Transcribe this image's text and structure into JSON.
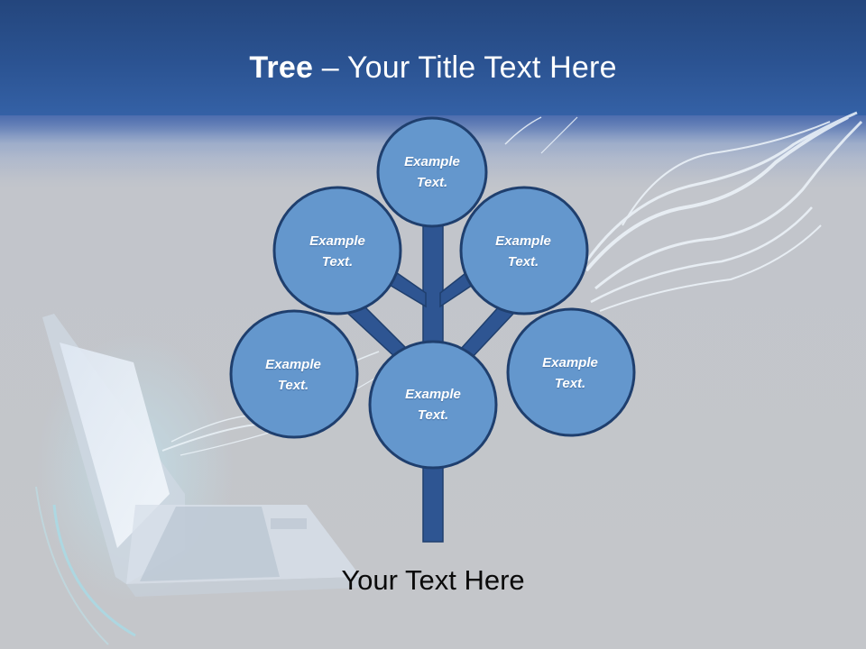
{
  "slide": {
    "title_bold": "Tree",
    "title_rest": " – Your Title Text Here",
    "footer_text": "Your Text Here"
  },
  "colors": {
    "header_dark": "#24467d",
    "header_light": "#3461a6",
    "background_gray": "#c4c6ca",
    "node_fill": "#6497cd",
    "node_stroke": "#1f3f6e",
    "trunk_fill": "#2e5592",
    "title_text": "#ffffff",
    "footer_text": "#0a0a0a"
  },
  "tree": {
    "nodes": [
      {
        "id": "top",
        "line1": "Example",
        "line2": "Text."
      },
      {
        "id": "upper-left",
        "line1": "Example",
        "line2": "Text."
      },
      {
        "id": "upper-right",
        "line1": "Example",
        "line2": "Text."
      },
      {
        "id": "lower-left",
        "line1": "Example",
        "line2": "Text."
      },
      {
        "id": "center",
        "line1": "Example",
        "line2": "Text."
      },
      {
        "id": "right",
        "line1": "Example",
        "line2": "Text."
      }
    ]
  },
  "background_image": {
    "description": "laptop with glowing light streaks"
  }
}
